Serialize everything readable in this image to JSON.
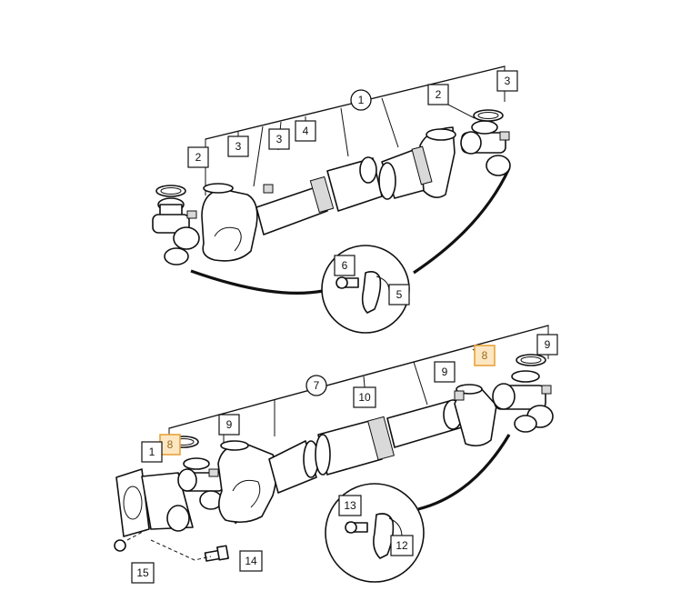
{
  "labels": {
    "a1": "1",
    "a2a": "2",
    "a2b": "2",
    "a3a": "3",
    "a3b": "3",
    "a3c": "3",
    "a4": "4",
    "a5": "5",
    "a6": "6",
    "b1": "1",
    "b7": "7",
    "b8a": "8",
    "b8b": "8",
    "b9a": "9",
    "b9b": "9",
    "b9c": "9",
    "b10": "10",
    "b12": "12",
    "b13": "13",
    "b14": "14",
    "b15": "15"
  },
  "highlight_color": "#e8a33c"
}
